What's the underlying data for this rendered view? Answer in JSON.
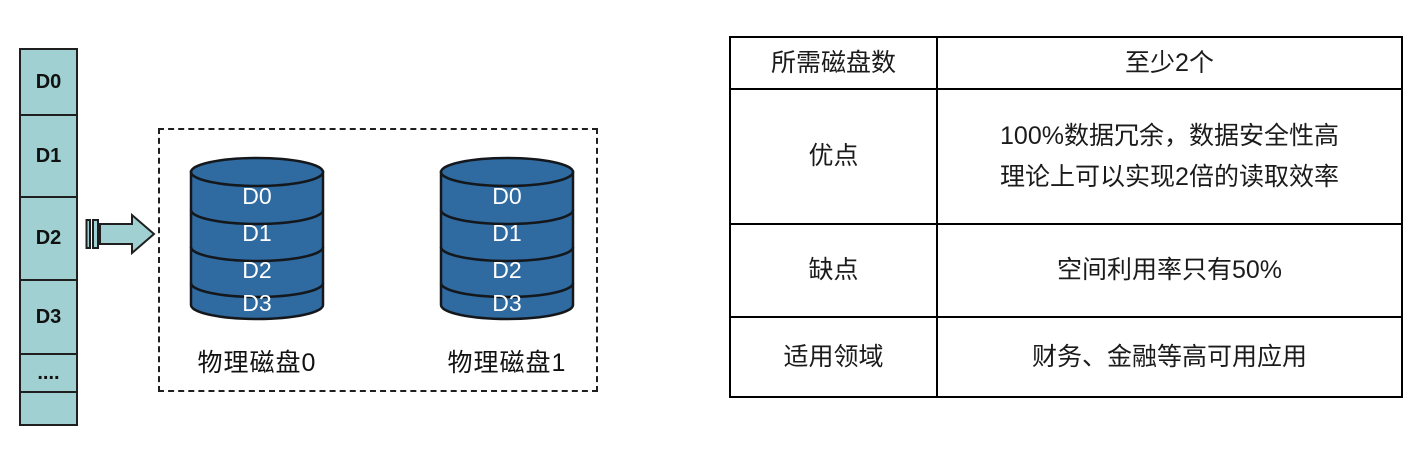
{
  "colors": {
    "stripe_teal": "#a0d0d1",
    "disk_blue": "#2f6ba1",
    "outline_dark": "#1f1f1f",
    "table_border": "#000000",
    "disk_text": "#ffffff"
  },
  "stripe_column": {
    "cells": [
      "D0",
      "D1",
      "D2",
      "D3",
      "....",
      ""
    ]
  },
  "disk_group": {
    "disks": [
      {
        "label": "物理磁盘0",
        "blocks": [
          "D0",
          "D1",
          "D2",
          "D3"
        ]
      },
      {
        "label": "物理磁盘1",
        "blocks": [
          "D0",
          "D1",
          "D2",
          "D3"
        ]
      }
    ]
  },
  "table": {
    "rows": [
      {
        "label": "所需磁盘数",
        "value": "至少2个"
      },
      {
        "label": "优点",
        "value_lines": [
          "100%数据冗余，数据安全性高",
          "理论上可以实现2倍的读取效率"
        ]
      },
      {
        "label": "缺点",
        "value": "空间利用率只有50%"
      },
      {
        "label": "适用领域",
        "value": "财务、金融等高可用应用"
      }
    ]
  }
}
